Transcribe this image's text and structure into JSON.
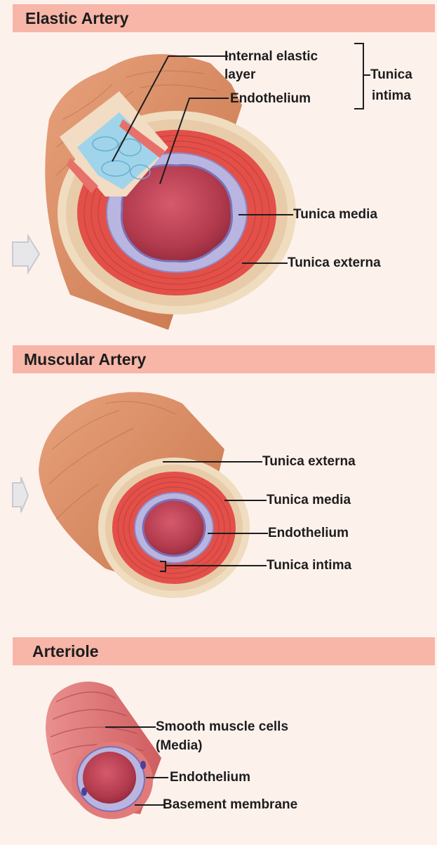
{
  "panels": [
    {
      "title": "Elastic Artery",
      "labels": {
        "internal_elastic_line1": "Internal elastic",
        "internal_elastic_line2": "layer",
        "endothelium": "Endothelium",
        "tunica_intima_line1": "Tunica",
        "tunica_intima_line2": "intima",
        "tunica_media": "Tunica media",
        "tunica_externa": "Tunica externa"
      }
    },
    {
      "title": "Muscular Artery",
      "labels": {
        "tunica_externa": "Tunica externa",
        "tunica_media": "Tunica media",
        "endothelium": "Endothelium",
        "tunica_intima": "Tunica intima"
      }
    },
    {
      "title": "Arteriole",
      "labels": {
        "smooth_muscle_line1": "Smooth muscle cells",
        "smooth_muscle_line2": "(Media)",
        "endothelium": "Endothelium",
        "basement_membrane": "Basement membrane"
      }
    }
  ],
  "colors": {
    "background": "#fdf1ec",
    "header": "#f7b6a8",
    "externa": "#d98a5e",
    "media": "#e0504a",
    "lumen": "#b8384a",
    "intima": "#b8b6e0",
    "elastic_layer": "#9fd4ea"
  }
}
